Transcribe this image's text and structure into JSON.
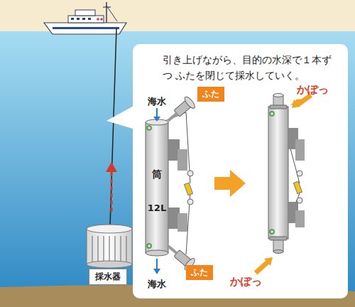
{
  "diagram": {
    "nodes": [
      {
        "text": [
          "引き上げながら、目的の水深で１本ずつ ふたを閉じて採水していく。"
        ]
      },
      {
        "text": [
          "ふた"
        ],
        "in": 0
      },
      {
        "text": [
          "ふた"
        ],
        "in": 0
      },
      {
        "text": [
          "採水器"
        ]
      }
    ],
    "labels": [
      "海水",
      "筒",
      "12L",
      "海水",
      "かぽっ",
      "かぽっ"
    ]
  }
}
